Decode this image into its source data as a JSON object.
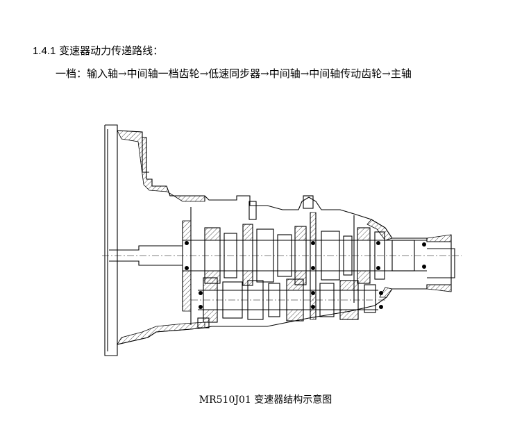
{
  "section": {
    "number": "1.4.1",
    "title": "变速器动力传递路线："
  },
  "route": {
    "text": "一档：输入轴→中间轴一档齿轮→低速同步器→中间轴→中间轴传动齿轮→主轴"
  },
  "figure": {
    "caption": "MR510J01 变速器结构示意图"
  }
}
